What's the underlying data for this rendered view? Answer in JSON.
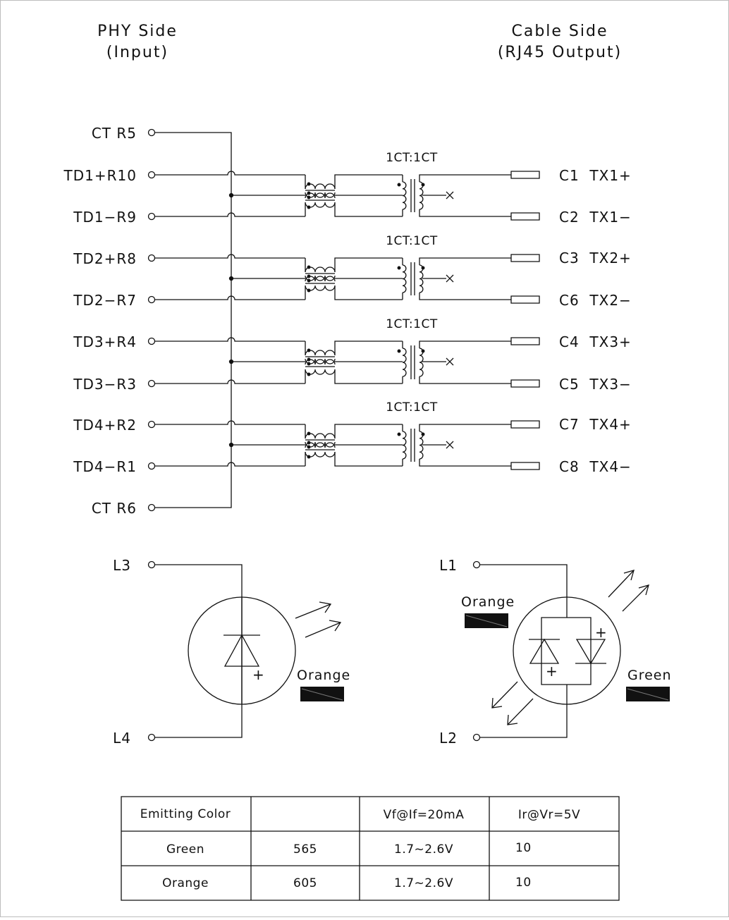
{
  "header": {
    "left_line1": "PHY Side",
    "left_line2": "(Input)",
    "right_line1": "Cable Side",
    "right_line2": "(RJ45 Output)"
  },
  "left_pins": [
    {
      "id": "ct-r5",
      "label": "CT R5"
    },
    {
      "id": "td1p-r10",
      "label": "TD1+R10"
    },
    {
      "id": "td1n-r9",
      "label": "TD1−R9"
    },
    {
      "id": "td2p-r8",
      "label": "TD2+R8"
    },
    {
      "id": "td2n-r7",
      "label": "TD2−R7"
    },
    {
      "id": "td3p-r4",
      "label": "TD3+R4"
    },
    {
      "id": "td3n-r3",
      "label": "TD3−R3"
    },
    {
      "id": "td4p-r2",
      "label": "TD4+R2"
    },
    {
      "id": "td4n-r1",
      "label": "TD4−R1"
    },
    {
      "id": "ct-r6",
      "label": "CT R6"
    }
  ],
  "channels": [
    {
      "ratio": "1CT:1CT",
      "out_pos": "C1  TX1+",
      "out_neg": "C2  TX1−"
    },
    {
      "ratio": "1CT:1CT",
      "out_pos": "C3  TX2+",
      "out_neg": "C6  TX2−"
    },
    {
      "ratio": "1CT:1CT",
      "out_pos": "C4  TX3+",
      "out_neg": "C5  TX3−"
    },
    {
      "ratio": "1CT:1CT",
      "out_pos": "C7  TX4+",
      "out_neg": "C8  TX4−"
    }
  ],
  "led_left": {
    "pin_top": "L3",
    "pin_bottom": "L4",
    "color_label": "Orange",
    "plus": "+"
  },
  "led_right": {
    "pin_top": "L1",
    "pin_bottom": "L2",
    "color_label_1": "Orange",
    "color_label_2": "Green",
    "plus": "+"
  },
  "table": {
    "headers": [
      "Emitting Color",
      "",
      "Vf@If=20mA",
      "Ir@Vr=5V"
    ],
    "rows": [
      [
        "Green",
        "565",
        "1.7~2.6V",
        "10"
      ],
      [
        "Orange",
        "605",
        "1.7~2.6V",
        "10"
      ]
    ]
  },
  "colors": {
    "line": "#111111",
    "frame": "#bdbdbd"
  }
}
